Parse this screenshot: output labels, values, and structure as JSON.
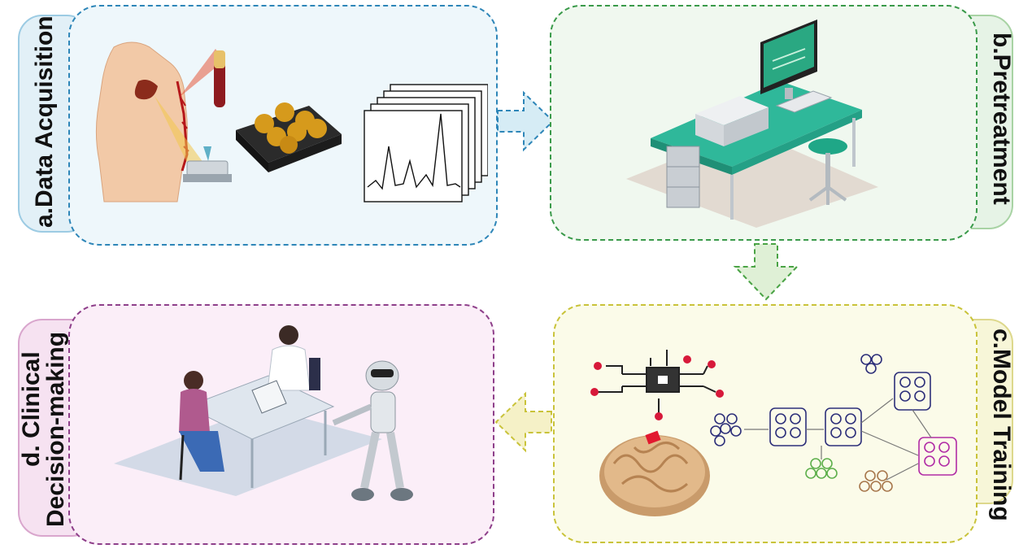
{
  "stages": {
    "a": {
      "label": "a.Data Acquisition",
      "color": "#2e86b8",
      "fill": "#eef7fb"
    },
    "b": {
      "label": "b.Pretreatment",
      "color": "#3a9a4a",
      "fill": "#f0f8ef"
    },
    "c": {
      "label": "c.Model Training",
      "color": "#c9c33a",
      "fill": "#fbfbe9"
    },
    "d": {
      "label_line1": "d. Clinical",
      "label_line2": "Decision-making",
      "color": "#8e3f8a",
      "fill": "#fbeef8"
    }
  },
  "arrows": {
    "a_to_b": "arrow-right",
    "b_to_c": "arrow-down",
    "c_to_d": "arrow-left"
  }
}
